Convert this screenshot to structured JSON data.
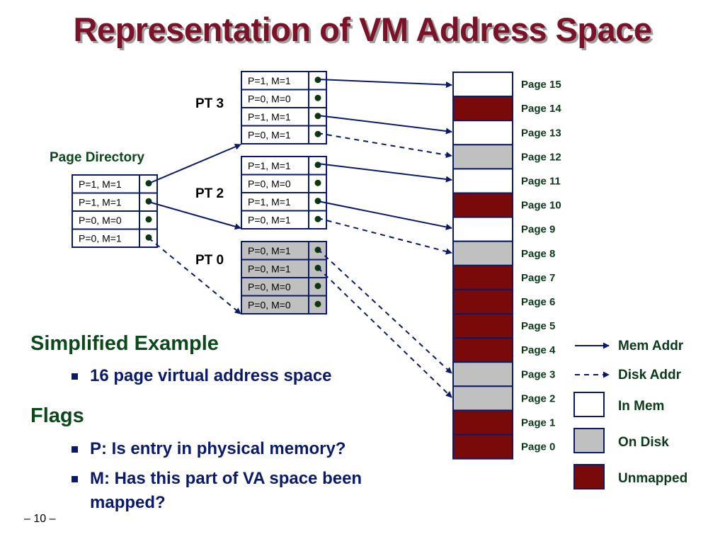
{
  "title": "Representation of VM Address Space",
  "page_directory": {
    "label": "Page Directory",
    "entries": [
      "P=1, M=1",
      "P=1, M=1",
      "P=0, M=0",
      "P=0, M=1"
    ]
  },
  "page_tables": [
    {
      "label": "PT 3",
      "entries": [
        "P=1, M=1",
        "P=0, M=0",
        "P=1, M=1",
        "P=0, M=1"
      ]
    },
    {
      "label": "PT 2",
      "entries": [
        "P=1, M=1",
        "P=0, M=0",
        "P=1, M=1",
        "P=0, M=1"
      ]
    },
    {
      "label": "PT 0",
      "entries": [
        "P=0, M=1",
        "P=0, M=1",
        "P=0, M=0",
        "P=0, M=0"
      ]
    }
  ],
  "pages": [
    {
      "label": "Page 15",
      "state": "in-mem"
    },
    {
      "label": "Page 14",
      "state": "unmapped"
    },
    {
      "label": "Page 13",
      "state": "in-mem"
    },
    {
      "label": "Page 12",
      "state": "on-disk"
    },
    {
      "label": "Page 11",
      "state": "in-mem"
    },
    {
      "label": "Page 10",
      "state": "unmapped"
    },
    {
      "label": "Page 9",
      "state": "in-mem"
    },
    {
      "label": "Page 8",
      "state": "on-disk"
    },
    {
      "label": "Page 7",
      "state": "unmapped"
    },
    {
      "label": "Page 6",
      "state": "unmapped"
    },
    {
      "label": "Page 5",
      "state": "unmapped"
    },
    {
      "label": "Page 4",
      "state": "unmapped"
    },
    {
      "label": "Page 3",
      "state": "on-disk"
    },
    {
      "label": "Page 2",
      "state": "on-disk"
    },
    {
      "label": "Page 1",
      "state": "unmapped"
    },
    {
      "label": "Page 0",
      "state": "unmapped"
    }
  ],
  "legend": {
    "mem_addr": "Mem Addr",
    "disk_addr": "Disk Addr",
    "in_mem": "In Mem",
    "on_disk": "On Disk",
    "unmapped": "Unmapped"
  },
  "colors": {
    "title": "#7b1228",
    "in_mem": "#ffffff",
    "on_disk": "#c0c0c0",
    "unmapped": "#7a0a0a",
    "arrow": "#0a1a6a"
  },
  "body": {
    "heading1": "Simplified Example",
    "bullet1": "16 page virtual address space",
    "heading2": "Flags",
    "bullet2": "P: Is entry in physical memory?",
    "bullet3": "M: Has this part of VA space been mapped?"
  },
  "page_number": "– 10 –"
}
